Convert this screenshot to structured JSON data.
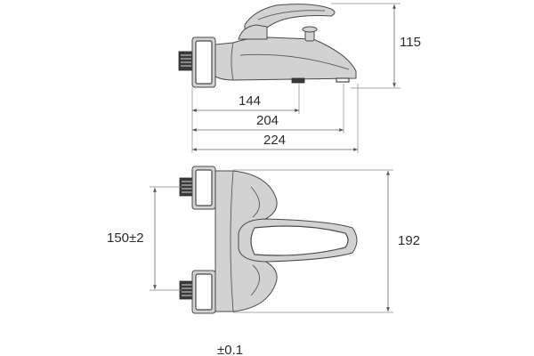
{
  "dimensions": {
    "height": "115",
    "spout_reach_1": "144",
    "spout_reach_2": "204",
    "overall_length": "224",
    "inlet_centers": "150±2",
    "overall_width": "192",
    "tolerance_note": "±0.1"
  },
  "colors": {
    "line": "#4a4a4a",
    "shade": "#d2d2d2",
    "thread": "#3a3a3a"
  }
}
